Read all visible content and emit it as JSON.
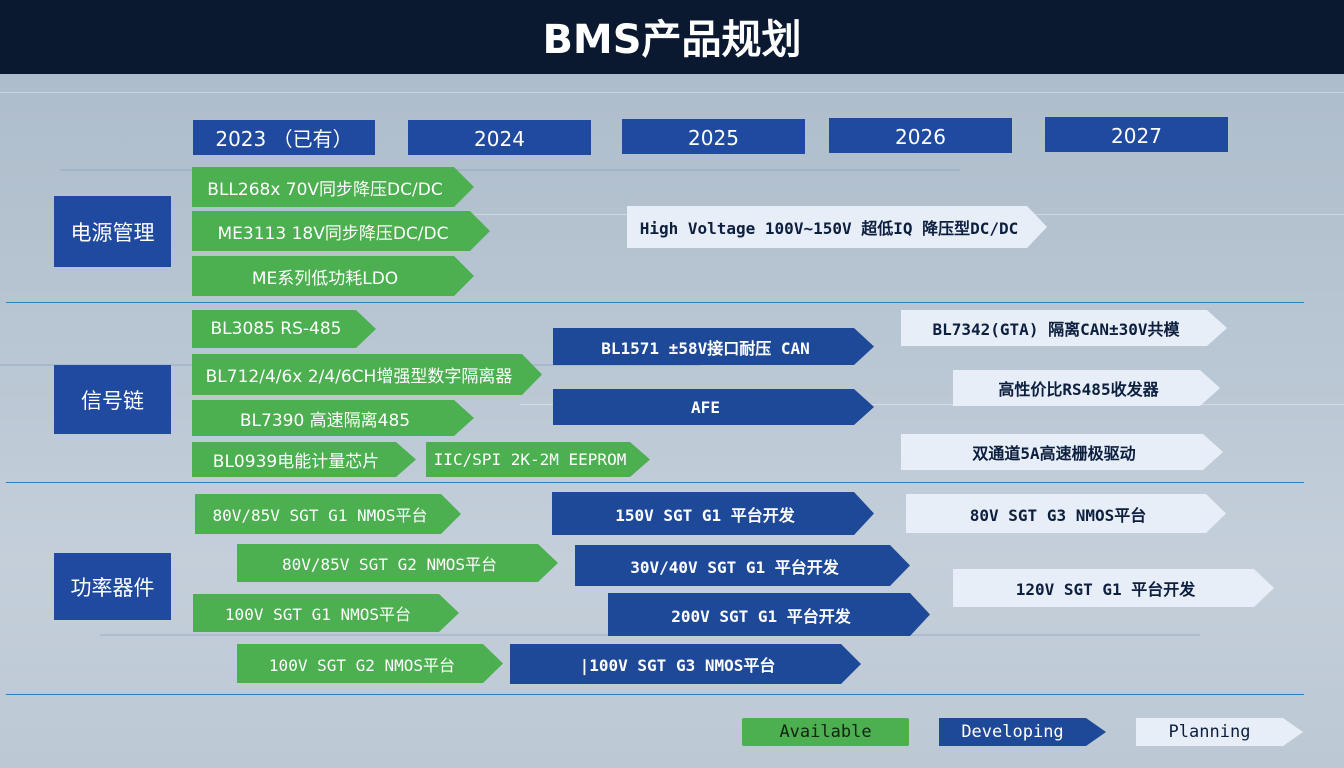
{
  "title": "BMS产品规划",
  "years": [
    "2023 （已有）",
    "2024",
    "2025",
    "2026",
    "2027"
  ],
  "categories": {
    "power": "电源管理",
    "signal": "信号链",
    "device": "功率器件"
  },
  "power_items": [
    "BLL268x 70V同步降压DC/DC",
    "ME3113 18V同步降压DC/DC",
    "ME系列低功耗LDO",
    "High Voltage 100V~150V 超低IQ 降压型DC/DC"
  ],
  "signal_items": [
    "BL3085 RS-485",
    "BL712/4/6x 2/4/6CH增强型数字隔离器",
    "BL7390 高速隔离485",
    "BL0939电能计量芯片",
    "IIC/SPI 2K-2M EEPROM",
    "BL1571  ±58V接口耐压 CAN",
    "AFE",
    "BL7342(GTA) 隔离CAN±30V共模",
    "高性价比RS485收发器",
    "双通道5A高速栅极驱动"
  ],
  "device_items": [
    "80V/85V SGT G1 NMOS平台",
    "80V/85V SGT  G2 NMOS平台",
    "100V SGT G1 NMOS平台",
    "100V SGT G2 NMOS平台",
    "150V SGT G1 平台开发",
    "30V/40V SGT G1 平台开发",
    "200V  SGT G1 平台开发",
    "|100V SGT G3 NMOS平台",
    "80V SGT  G3 NMOS平台",
    "120V SGT G1 平台开发"
  ],
  "legend": [
    "Available",
    "Developing",
    "Planning"
  ],
  "colors": {
    "available": "#4caf50",
    "developing": "#1e4999",
    "planning": "#e8eef8",
    "header": "#1f4aa0"
  }
}
